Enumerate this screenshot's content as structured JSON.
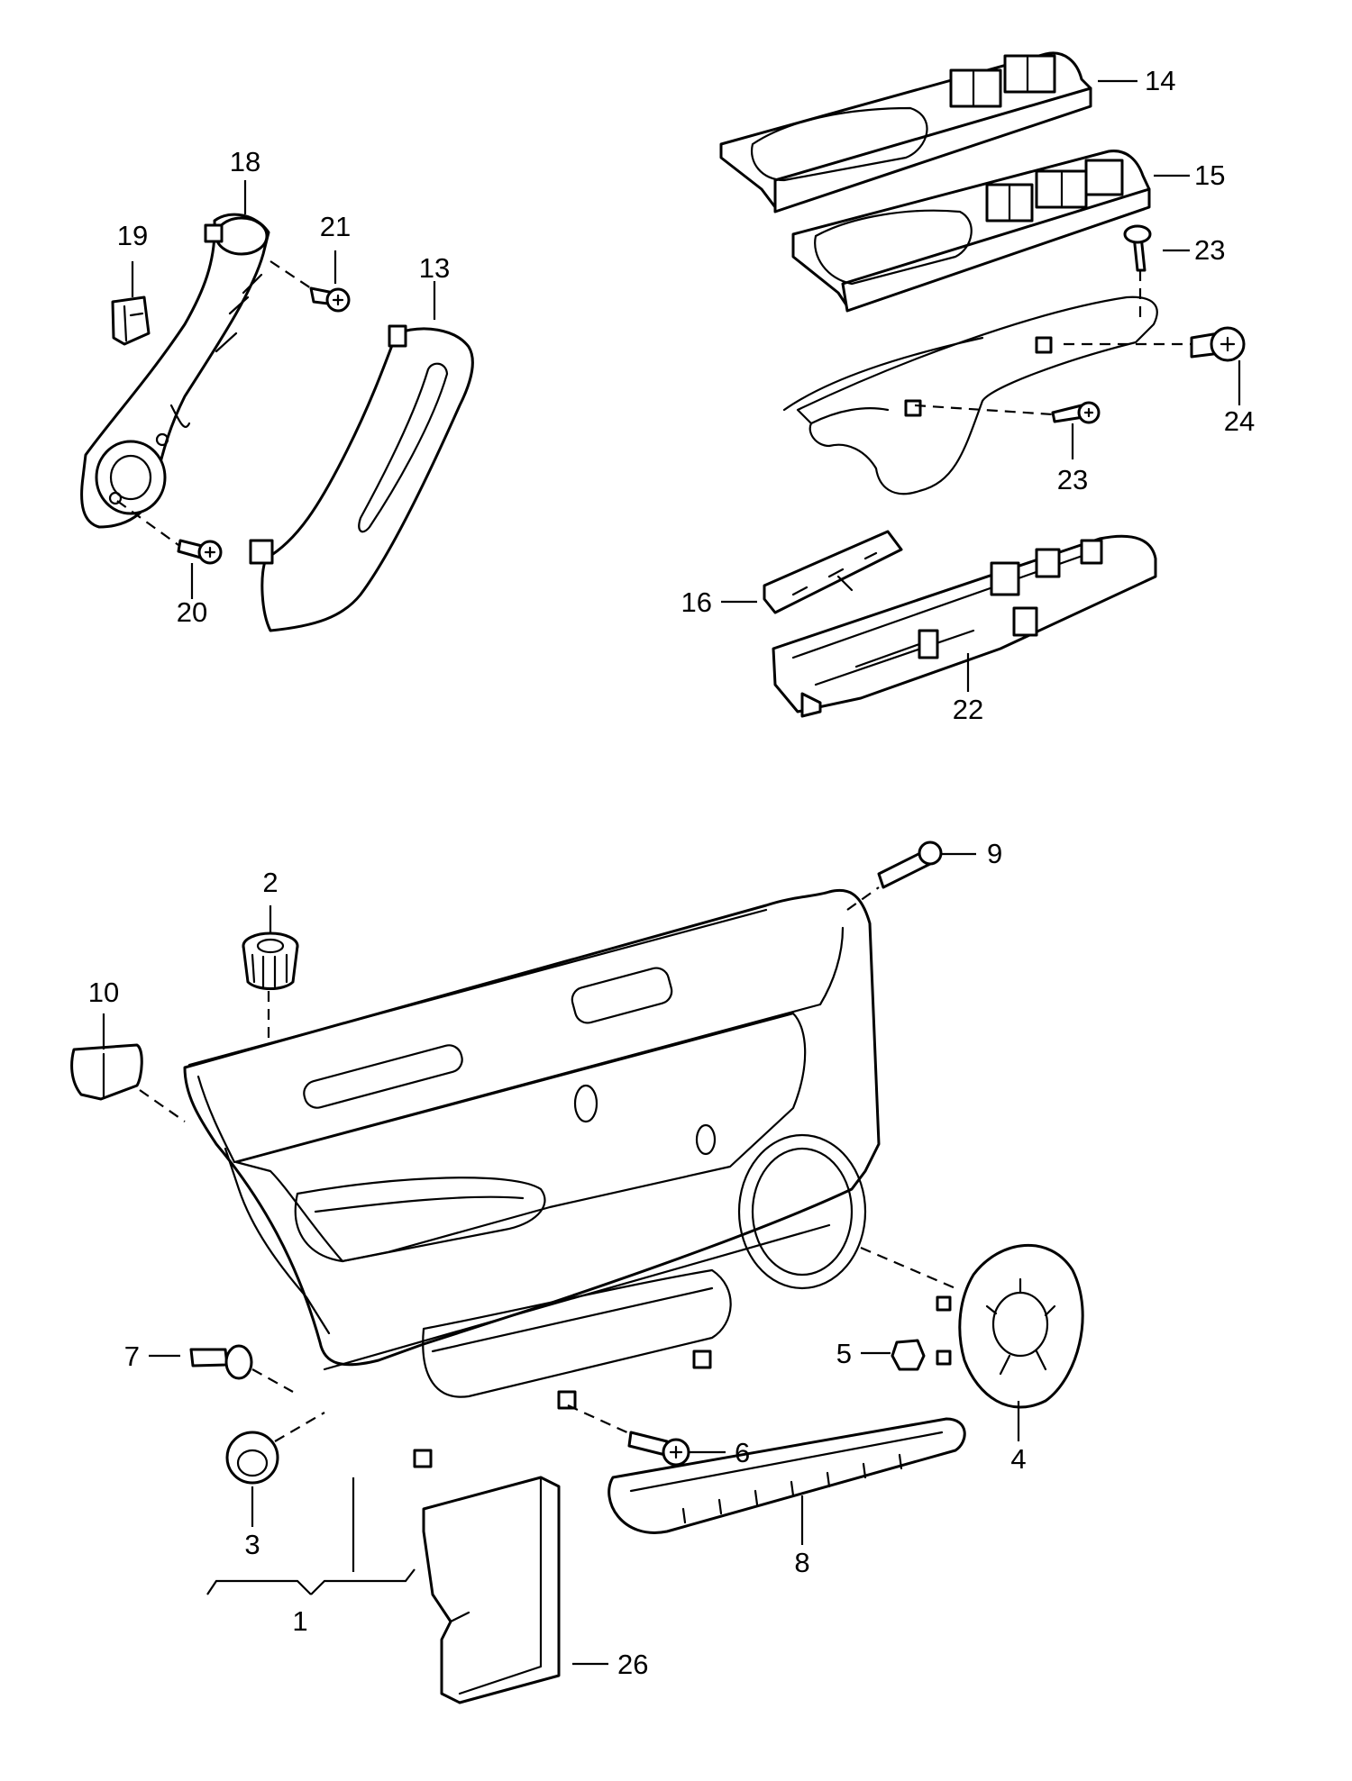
{
  "callouts": {
    "c1": "1",
    "c2": "2",
    "c3": "3",
    "c4": "4",
    "c5": "5",
    "c6": "6",
    "c7": "7",
    "c8": "8",
    "c9": "9",
    "c10": "10",
    "c13": "13",
    "c14": "14",
    "c15": "15",
    "c16": "16",
    "c18": "18",
    "c19": "19",
    "c20": "20",
    "c21": "21",
    "c22": "22",
    "c23a": "23",
    "c23b": "23",
    "c24": "24",
    "c26": "26"
  }
}
